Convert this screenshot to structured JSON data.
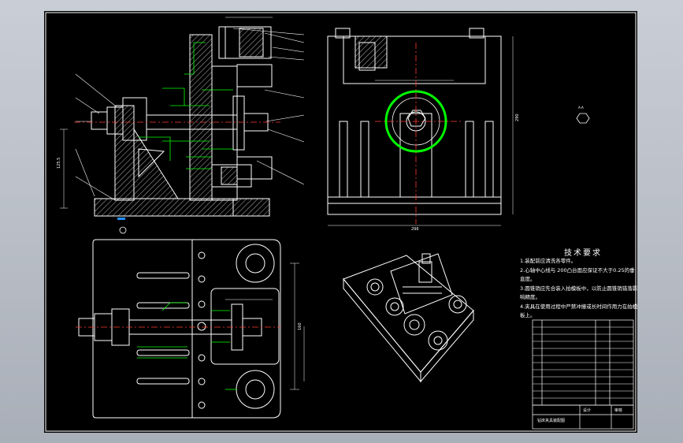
{
  "technical_requirements": {
    "title": "技术要求",
    "notes": [
      "1.装配前应清洗各零件。",
      "2.心轴中心线与 200凸台面应保证不大于0.25的垂直度。",
      "3.圆锥销应先合装入拍模板中，以防止圆锥销错落影响精度。",
      "4.夹具在使用过程中严禁冲撞或长时间作用力在拍模板上。"
    ]
  },
  "title_block": {
    "drawing_name": "钻床夹具装配图",
    "drawn_label": "设计",
    "check_label": "审核"
  },
  "dimensions": {
    "overall_width": "296",
    "height": "125.5",
    "side_height": "290",
    "center_dist": "160",
    "detail_label": "A-A"
  },
  "colors": {
    "background": "#000000",
    "line": "#ffffff",
    "leader": "#00ff00",
    "center": "#ff3b30",
    "hatch": "#ffffff",
    "accent": "#1e90ff"
  }
}
